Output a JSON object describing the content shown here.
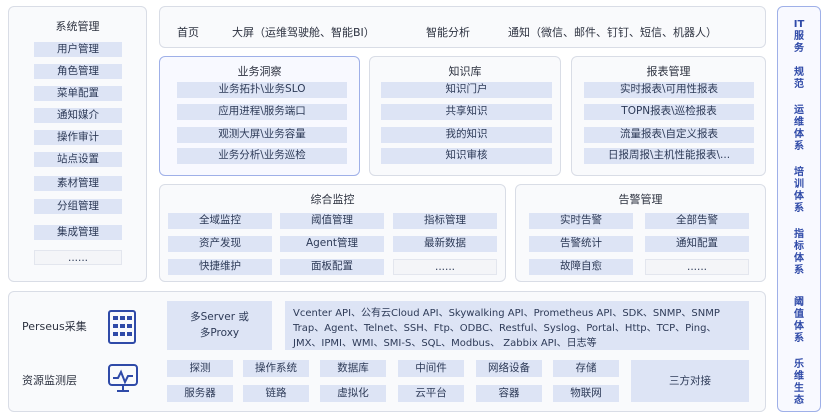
{
  "system": {
    "title": "系统管理",
    "items": [
      "用户管理",
      "角色管理",
      "菜单配置",
      "通知媒介",
      "操作审计",
      "站点设置",
      "素材管理",
      "分组管理",
      "集成管理",
      "......"
    ]
  },
  "nav": {
    "items": [
      "首页",
      "大屏（运维驾驶舱、智能BI）",
      "智能分析",
      "通知（微信、邮件、钉钉、短信、机器人）"
    ]
  },
  "business": {
    "title": "业务洞察",
    "items": [
      "业务拓扑\\业务SLO",
      "应用进程\\服务端口",
      "观测大屏\\业务容量",
      "业务分析\\业务巡检"
    ]
  },
  "knowledge": {
    "title": "知识库",
    "items": [
      "知识门户",
      "共享知识",
      "我的知识",
      "知识审核"
    ]
  },
  "report": {
    "title": "报表管理",
    "items": [
      "实时报表\\可用性报表",
      "TOPN报表\\巡检报表",
      "流量报表\\自定义报表",
      "日报周报\\主机性能报表\\..."
    ]
  },
  "monitor": {
    "title": "综合监控",
    "items": [
      "全域监控",
      "阈值管理",
      "指标管理",
      "资产发现",
      "Agent管理",
      "最新数据",
      "快捷维护",
      "面板配置",
      "......"
    ]
  },
  "alert": {
    "title": "告警管理",
    "items": [
      "实时告警",
      "全部告警",
      "告警统计",
      "通知配置",
      "故障自愈",
      "......"
    ]
  },
  "perseus": {
    "label": "Perseus采集",
    "server_line1": "多Server 或",
    "server_line2": "多Proxy",
    "apis": "Vcenter API、公有云Cloud API、Skywalking API、Prometheus API、SDK、SNMP、SNMP Trap、Agent、Telnet、SSH、Ftp、ODBC、Restful、Syslog、Portal、Http、TCP、Ping、JMX、IPMI、WMI、SMI-S、SQL、Modbus、 Zabbix API、日志等"
  },
  "resource": {
    "label": "资源监测层",
    "items": [
      "探测",
      "操作系统",
      "数据库",
      "中间件",
      "网络设备",
      "存储",
      "服务器",
      "链路",
      "虚拟化",
      "云平台",
      "容器",
      "物联网"
    ],
    "third": "三方对接"
  },
  "side": {
    "labels": [
      "IT\n服\n务",
      "规\n范",
      "运\n维\n体\n系",
      "培\n训\n体\n系",
      "指\n标\n体\n系",
      "阈\n值\n体\n系",
      "乐\n维\n生\n态"
    ]
  }
}
